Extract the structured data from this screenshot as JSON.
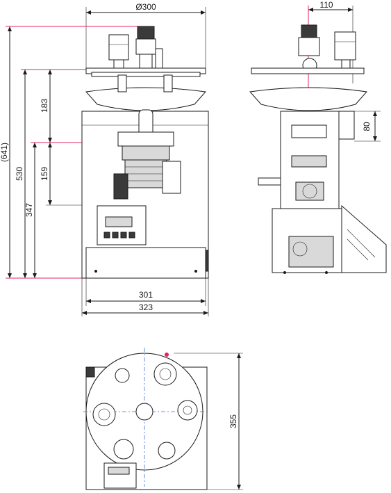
{
  "dimensions": {
    "diameter": "Ø300",
    "offset_top_right": "110",
    "total_height": "(641)",
    "height_530": "530",
    "height_347": "347",
    "height_183": "183",
    "height_159": "159",
    "side_80": "80",
    "width_301": "301",
    "width_323": "323",
    "depth_355": "355"
  },
  "colors": {
    "line": "#1a1a1a",
    "dimension_red": "#e0245e",
    "centerline_blue": "#3a6fd8"
  }
}
